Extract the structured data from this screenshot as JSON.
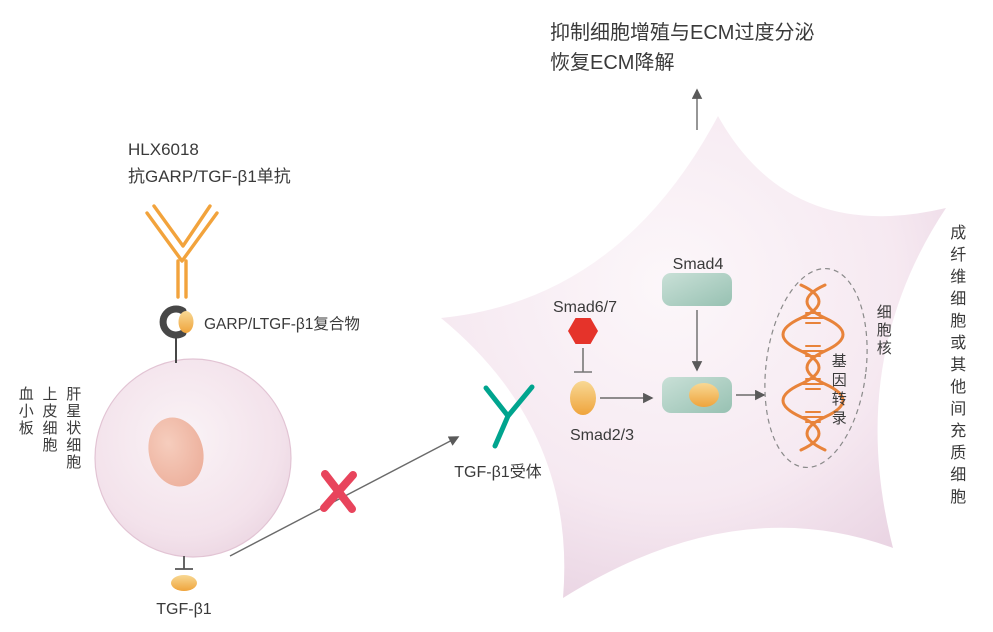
{
  "labels": {
    "outcome_line1": "抑制细胞增殖与ECM过度分泌",
    "outcome_line2": "恢复ECM降解",
    "antibody_line1": "HLX6018",
    "antibody_line2": "抗GARP/TGF-β1单抗",
    "garp_complex": "GARP/LTGF-β1复合物",
    "source_cells": [
      "肝星状细胞",
      "上皮细胞",
      "血小板"
    ],
    "tgfb1": "TGF-β1",
    "receptor": "TGF-β1受体",
    "smad67": "Smad6/7",
    "smad23": "Smad2/3",
    "smad4": "Smad4",
    "gene_transcription": "基因转录",
    "nucleus": "细胞核",
    "target_cell": "成纤维细胞或其他间充质细胞"
  },
  "colors": {
    "antibody_orange": "#F2A33C",
    "receptor_teal": "#00A48E",
    "block_x_red": "#E8445C",
    "smad67_red": "#E5332A",
    "smad4_teal": "#A8CDC0",
    "smad23_orange": "#F2B45A",
    "dna_orange": "#E8833A",
    "cell_pink": "#EFDDE9",
    "text": "#3A3A3A"
  }
}
